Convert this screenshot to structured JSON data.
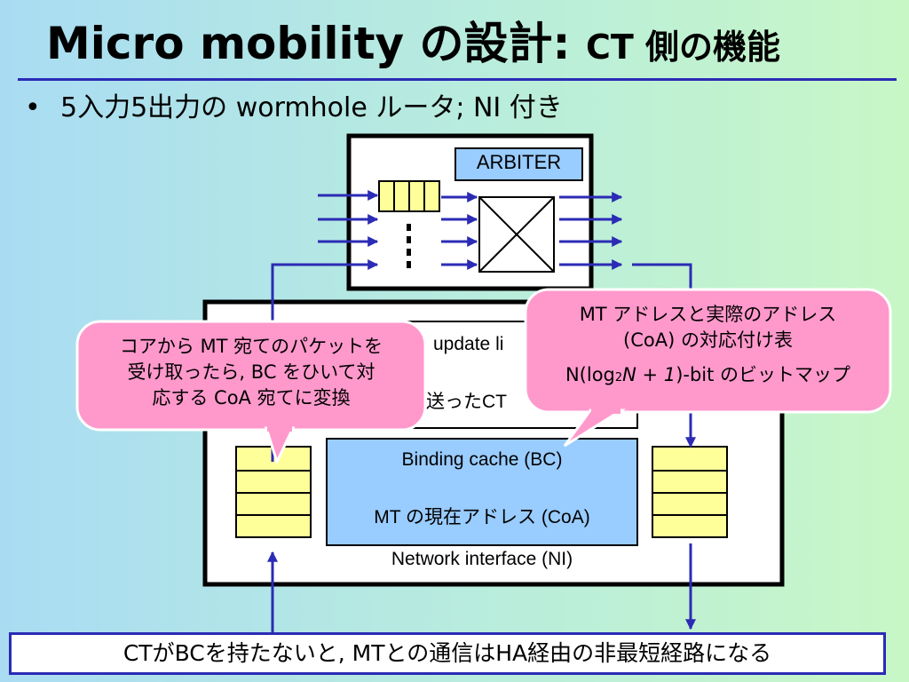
{
  "title": {
    "main": "Micro mobility の設計:",
    "sub": "CT 側の機能"
  },
  "bullet": {
    "marker": "•",
    "text": "5入力5出力の wormhole ルータ; NI 付き"
  },
  "router": {
    "arbiter_label": "ARBITER"
  },
  "ni": {
    "update_text": "update li",
    "received_ct_text": "送ったCT",
    "binding_cache_label": "Binding cache (BC)",
    "mt_coa_label": "MT の現在アドレス (CoA)",
    "interface_label": "Network interface (NI)"
  },
  "callout_left": {
    "line1": "コアから MT 宛てのパケットを",
    "line2": "受け取ったら, BC をひいて対",
    "line3": "応する CoA 宛てに変換"
  },
  "callout_right": {
    "line1": "MT アドレスと実際のアドレス",
    "line2": "(CoA) の対応付け表",
    "line3_pre": "N(log",
    "line3_sub": "2",
    "line3_mid": "N + 1",
    "line3_post": ")-bit のビットマップ"
  },
  "bottom_note": "CTがBCを持たないと, MTとの通信はHA経由の非最短経路になる",
  "colors": {
    "arrow": "#2b2bb5",
    "buffer_fill": "#ffff99",
    "cache_fill": "#99ccff",
    "callout_fill": "#ff99cc",
    "box_border": "#000000"
  }
}
